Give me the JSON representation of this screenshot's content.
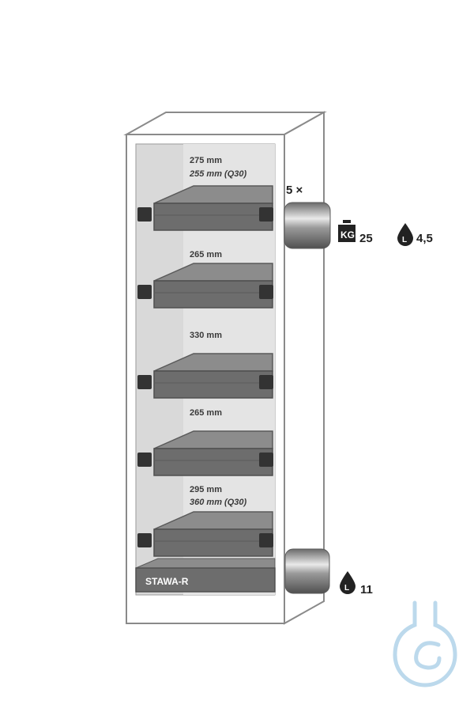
{
  "cabinet": {
    "compartments": [
      {
        "height_label": "275 mm",
        "alt_label": "255 mm (Q30)"
      },
      {
        "height_label": "265 mm",
        "alt_label": ""
      },
      {
        "height_label": "330 mm",
        "alt_label": ""
      },
      {
        "height_label": "265 mm",
        "alt_label": ""
      },
      {
        "height_label": "295 mm",
        "alt_label": "360 mm (Q30)"
      }
    ],
    "base_label": "STAWA-R"
  },
  "drawer_count_label": "5 ×",
  "specs": {
    "weight_icon_text": "KG",
    "weight_value": "25",
    "liter_icon_text": "L",
    "drawer_volume": "4,5",
    "sump_volume": "11"
  },
  "colors": {
    "drawer": "#6d6d6d",
    "interior": "#d9d9d9",
    "watermark": "#bcd9ec"
  }
}
